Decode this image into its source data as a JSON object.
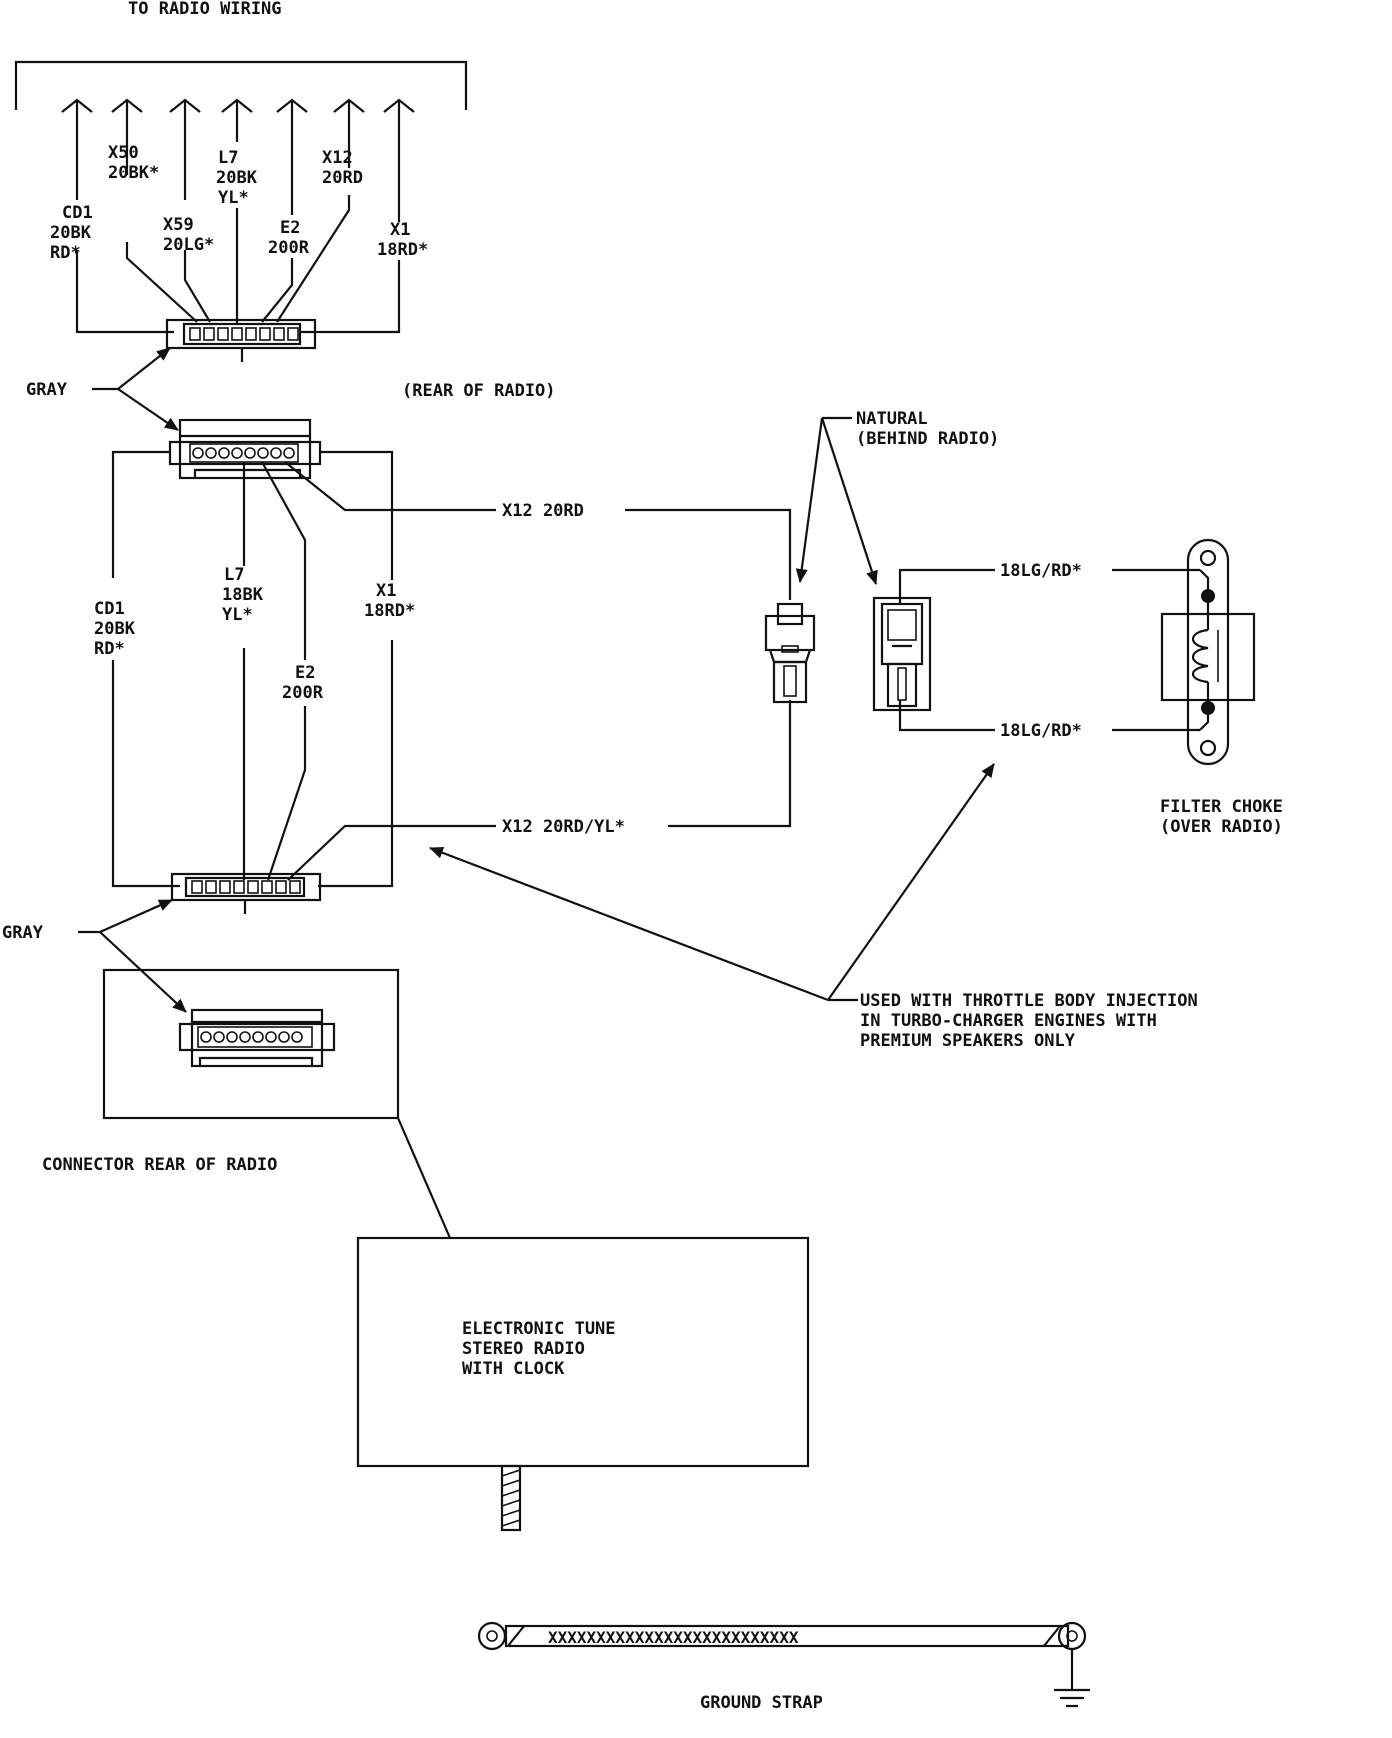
{
  "diagram": {
    "top_title": "TO RADIO WIRING",
    "top_wires": {
      "x50": [
        "X50",
        "20BK*"
      ],
      "l7": [
        "L7",
        "20BK",
        "YL*"
      ],
      "x12": [
        "X12",
        "20RD"
      ],
      "cd1": [
        "CD1",
        "20BK",
        "RD*"
      ],
      "x59": [
        "X59",
        "20LG*"
      ],
      "e2": [
        "E2",
        "200R"
      ],
      "x1": [
        "X1",
        "18RD*"
      ]
    },
    "gray_top": "GRAY",
    "rear_of_radio": "(REAR OF RADIO)",
    "lower_wires": {
      "l7": [
        "L7",
        "18BK",
        "YL*"
      ],
      "cd1": [
        "CD1",
        "20BK",
        "RD*"
      ],
      "x1": [
        "X1",
        "18RD*"
      ],
      "e2": [
        "E2",
        "200R"
      ]
    },
    "x12_rd": "X12 20RD",
    "x12_rdyl": "X12 20RD/YL*",
    "natural": [
      "NATURAL",
      "(BEHIND RADIO)"
    ],
    "choke_wire_top": "18LG/RD*",
    "choke_wire_bottom": "18LG/RD*",
    "filter_choke": [
      "FILTER CHOKE",
      "(OVER RADIO)"
    ],
    "gray_bottom": "GRAY",
    "used_with": [
      "USED WITH THROTTLE BODY INJECTION",
      "IN TURBO-CHARGER ENGINES WITH",
      "PREMIUM SPEAKERS ONLY"
    ],
    "connector_rear": "CONNECTOR REAR OF RADIO",
    "radio_box": [
      "ELECTRONIC TUNE",
      "STEREO RADIO",
      "WITH CLOCK"
    ],
    "ground_strap": "GROUND STRAP",
    "strap_pattern": "XXXXXXXXXXXXXXXXXXXXXXXXXX"
  }
}
